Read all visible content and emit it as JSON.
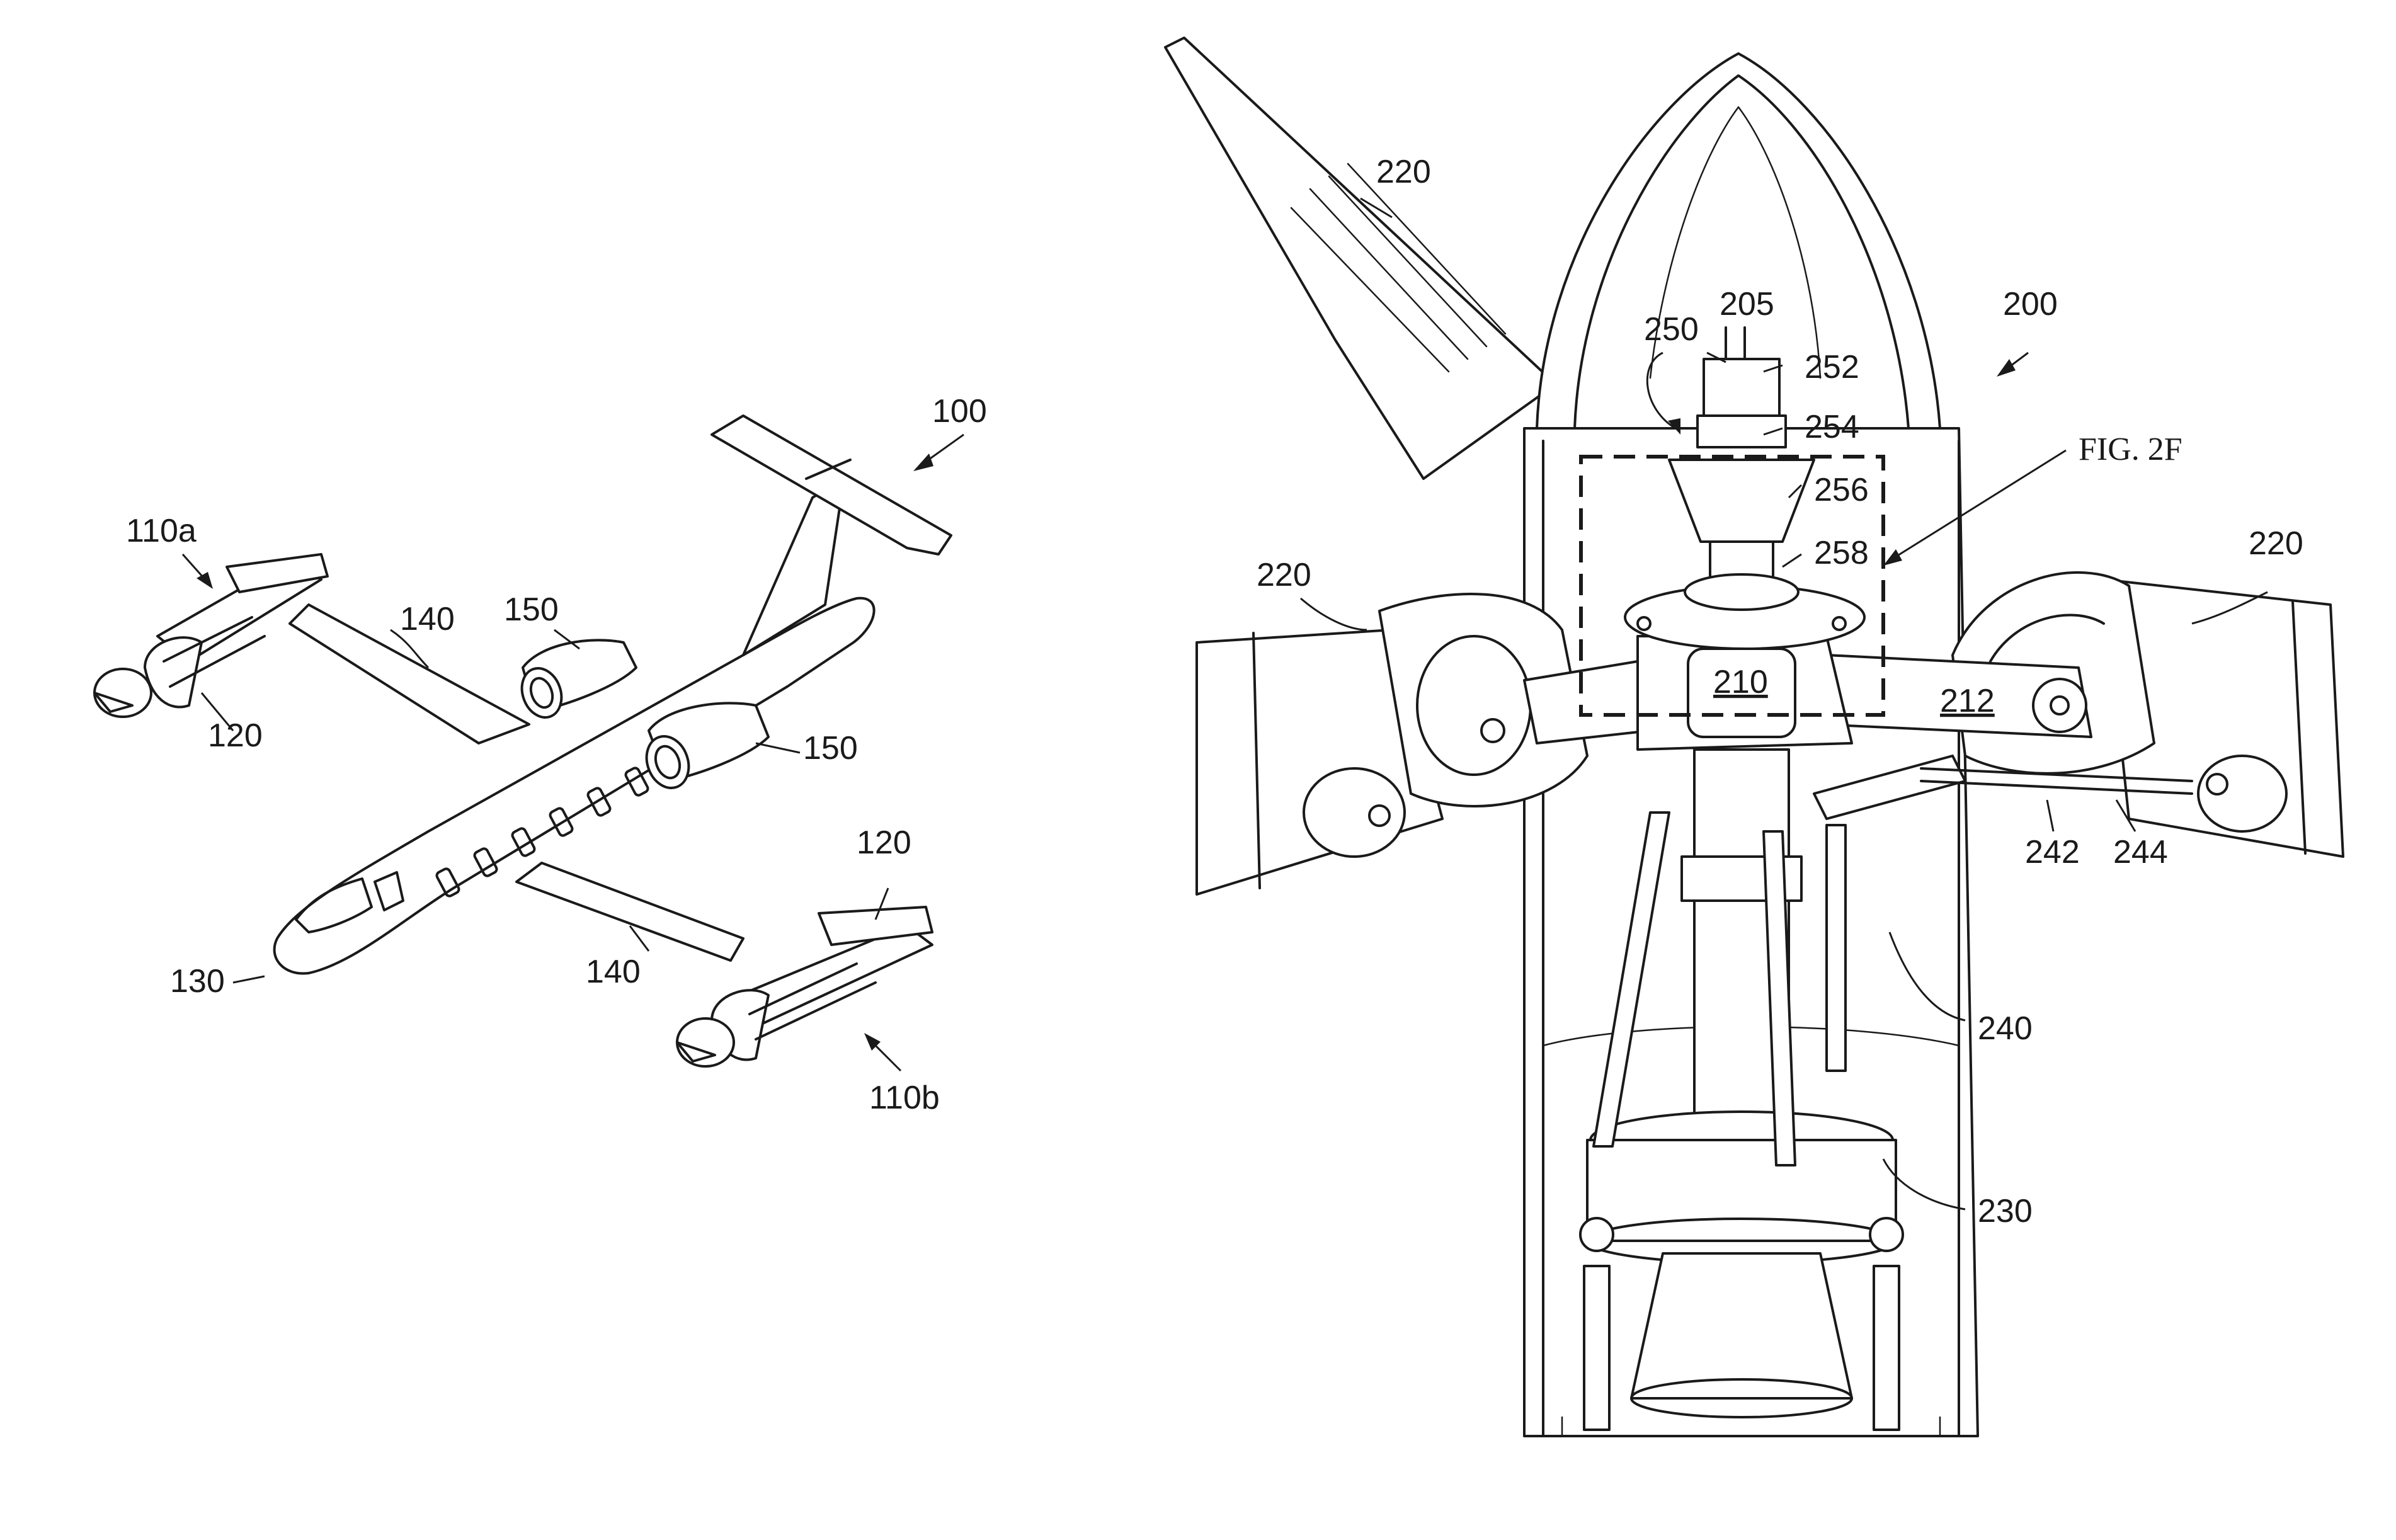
{
  "figure_left": {
    "reference": "100",
    "labels": {
      "pylon_a": "110a",
      "pylon_b": "110b",
      "rotor_upper": "120",
      "rotor_lower": "120",
      "fuselage": "130",
      "wing_upper": "140",
      "wing_lower": "140",
      "engine_upper": "150",
      "engine_lower": "150"
    }
  },
  "figure_right": {
    "reference": "200",
    "callout": "FIG. 2F",
    "labels": {
      "mast": "205",
      "hub": "210",
      "yoke_arm": "212",
      "blade_top": "220",
      "blade_left": "220",
      "blade_right": "220",
      "gearbox": "230",
      "pitch_link": "240",
      "pitch_horn": "242",
      "link_arm": "244",
      "assembly": "250",
      "cap": "252",
      "collar": "254",
      "cone": "256",
      "bearing": "258"
    }
  }
}
